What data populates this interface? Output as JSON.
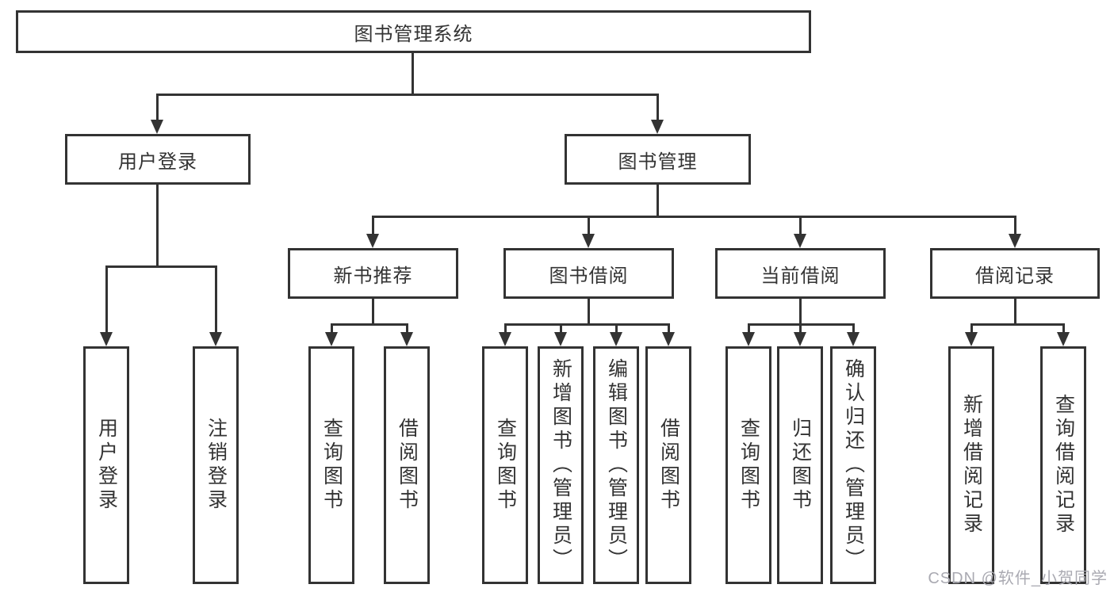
{
  "diagram": {
    "title": "图书管理系统",
    "root": {
      "label": "图书管理系统"
    },
    "level2": [
      {
        "id": "user-login",
        "label": "用户登录"
      },
      {
        "id": "book-management",
        "label": "图书管理"
      }
    ],
    "level3": [
      {
        "id": "new-book-recommend",
        "parent": "book-management",
        "label": "新书推荐"
      },
      {
        "id": "book-borrow",
        "parent": "book-management",
        "label": "图书借阅"
      },
      {
        "id": "current-borrow",
        "parent": "book-management",
        "label": "当前借阅"
      },
      {
        "id": "borrow-record",
        "parent": "book-management",
        "label": "借阅记录"
      }
    ],
    "leaves": [
      {
        "parent": "user-login",
        "label": "用户登录"
      },
      {
        "parent": "user-login",
        "label": "注销登录"
      },
      {
        "parent": "new-book-recommend",
        "label": "查询图书"
      },
      {
        "parent": "new-book-recommend",
        "label": "借阅图书"
      },
      {
        "parent": "book-borrow",
        "label": "查询图书"
      },
      {
        "parent": "book-borrow",
        "label": "新增图书（管理员）"
      },
      {
        "parent": "book-borrow",
        "label": "编辑图书（管理员）"
      },
      {
        "parent": "book-borrow",
        "label": "借阅图书"
      },
      {
        "parent": "current-borrow",
        "label": "查询图书"
      },
      {
        "parent": "current-borrow",
        "label": "归还图书"
      },
      {
        "parent": "current-borrow",
        "label": "确认归还（管理员）"
      },
      {
        "parent": "borrow-record",
        "label": "新增借阅记录"
      },
      {
        "parent": "borrow-record",
        "label": "查询借阅记录"
      }
    ],
    "watermark": "CSDN @软件_小贺同学",
    "colors": {
      "line": "#333333",
      "text": "#333333",
      "watermark": "#aaaab2",
      "background": "#ffffff"
    }
  }
}
